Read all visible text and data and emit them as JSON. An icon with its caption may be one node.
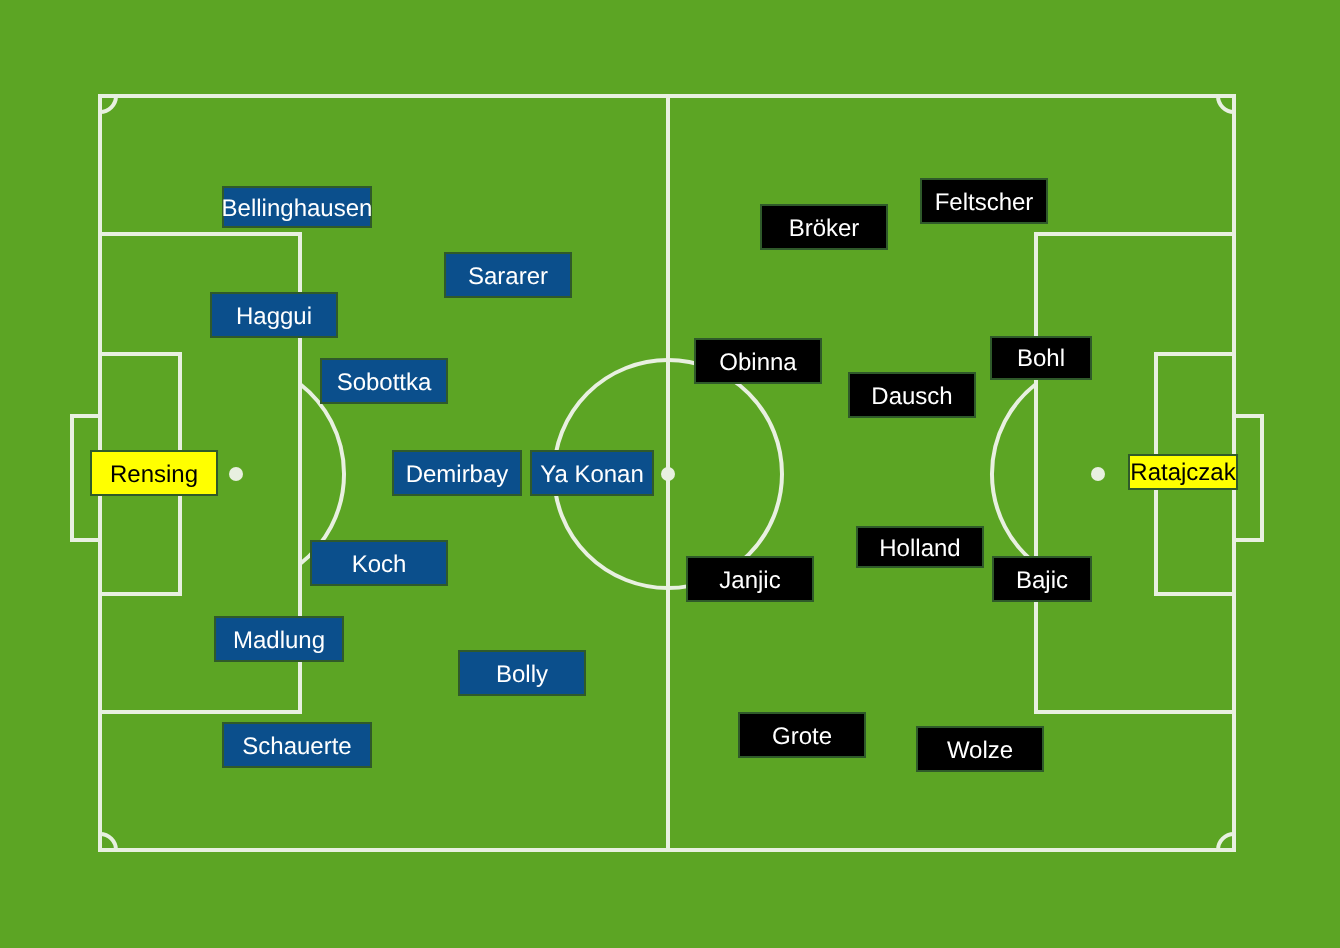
{
  "diagram": {
    "nodes": [
      {
        "text": [
          "Bellinghausen"
        ]
      },
      {
        "text": [
          "Sararer"
        ]
      },
      {
        "text": [
          "Haggui"
        ]
      },
      {
        "text": [
          "Sobottka"
        ]
      },
      {
        "text": [
          "Rensing"
        ]
      },
      {
        "text": [
          "Demirbay"
        ]
      },
      {
        "text": [
          "Ya Konan"
        ]
      },
      {
        "text": [
          "Koch"
        ]
      },
      {
        "text": [
          "Madlung"
        ]
      },
      {
        "text": [
          "Bolly"
        ]
      },
      {
        "text": [
          "Schauerte"
        ]
      },
      {
        "text": [
          "Feltscher"
        ]
      },
      {
        "text": [
          "Bröker"
        ]
      },
      {
        "text": [
          "Bohl"
        ]
      },
      {
        "text": [
          "Obinna"
        ]
      },
      {
        "text": [
          "Dausch"
        ]
      },
      {
        "text": [
          "Ratajczak"
        ]
      },
      {
        "text": [
          "Holland"
        ]
      },
      {
        "text": [
          "Janjic"
        ]
      },
      {
        "text": [
          "Bajic"
        ]
      },
      {
        "text": [
          "Grote"
        ]
      },
      {
        "text": [
          "Wolze"
        ]
      }
    ]
  }
}
